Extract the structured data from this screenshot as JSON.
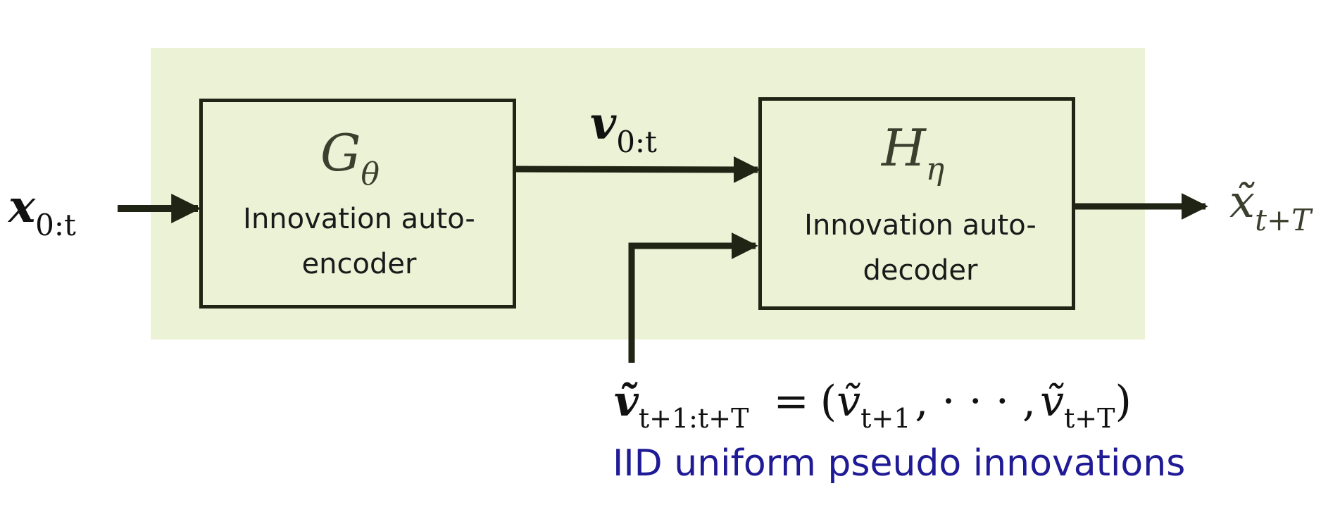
{
  "encoder": {
    "symbol": "G",
    "symbol_sub": "θ",
    "label_line1": "Innovation auto-",
    "label_line2": "encoder"
  },
  "decoder": {
    "symbol": "H",
    "symbol_sub": "η",
    "label_line1": "Innovation auto-",
    "label_line2": "decoder"
  },
  "input": {
    "symbol": "x",
    "sub": "0:t"
  },
  "latent": {
    "symbol": "v",
    "sub": "0:t"
  },
  "output": {
    "symbol": "x̃",
    "sub": "t+T"
  },
  "pseudo": {
    "lhs_symbol": "ṽ",
    "lhs_sub": "t+1:t+T",
    "equals": "=",
    "open": "(",
    "first_symbol": "ṽ",
    "first_sub": "t+1",
    "separator": ", · · · ,",
    "last_symbol": "ṽ",
    "last_sub": "t+T",
    "close": ")"
  },
  "caption": "IID uniform pseudo innovations",
  "colors": {
    "panel": "#ebf2d5",
    "stroke": "#1f2414",
    "caption": "#1f1a95"
  }
}
